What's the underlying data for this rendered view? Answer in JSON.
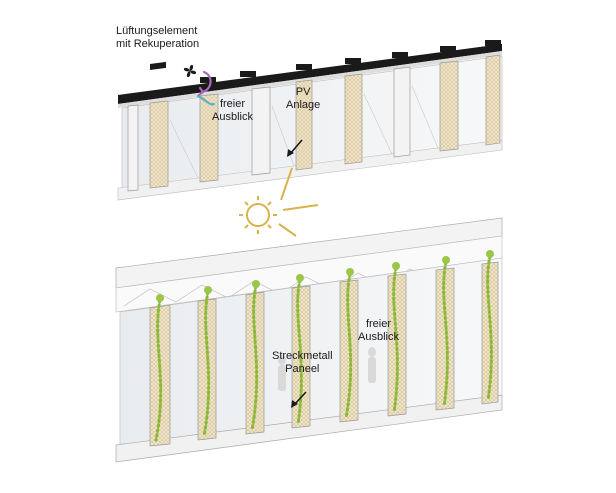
{
  "labels": {
    "ventilation_line1": "Lüftungselement",
    "ventilation_line2": "mit Rekuperation",
    "free_view_top_line1": "freier",
    "free_view_top_line2": "Ausblick",
    "pv_line1": "PV",
    "pv_line2": "Anlage",
    "free_view_bottom_line1": "freier",
    "free_view_bottom_line2": "Ausblick",
    "mesh_line1": "Streckmetall",
    "mesh_line2": "Paneel"
  },
  "colors": {
    "sun": "#d8b24a",
    "fan_arrow": "#a86ab8",
    "fan_arrow_alt": "#5ab0c8",
    "plants": "#8db83a",
    "panel_mesh": "#e8dcc0",
    "roof": "#1a1a1a"
  },
  "icons": [
    "fan-icon",
    "sun-icon",
    "arrow-icon"
  ]
}
